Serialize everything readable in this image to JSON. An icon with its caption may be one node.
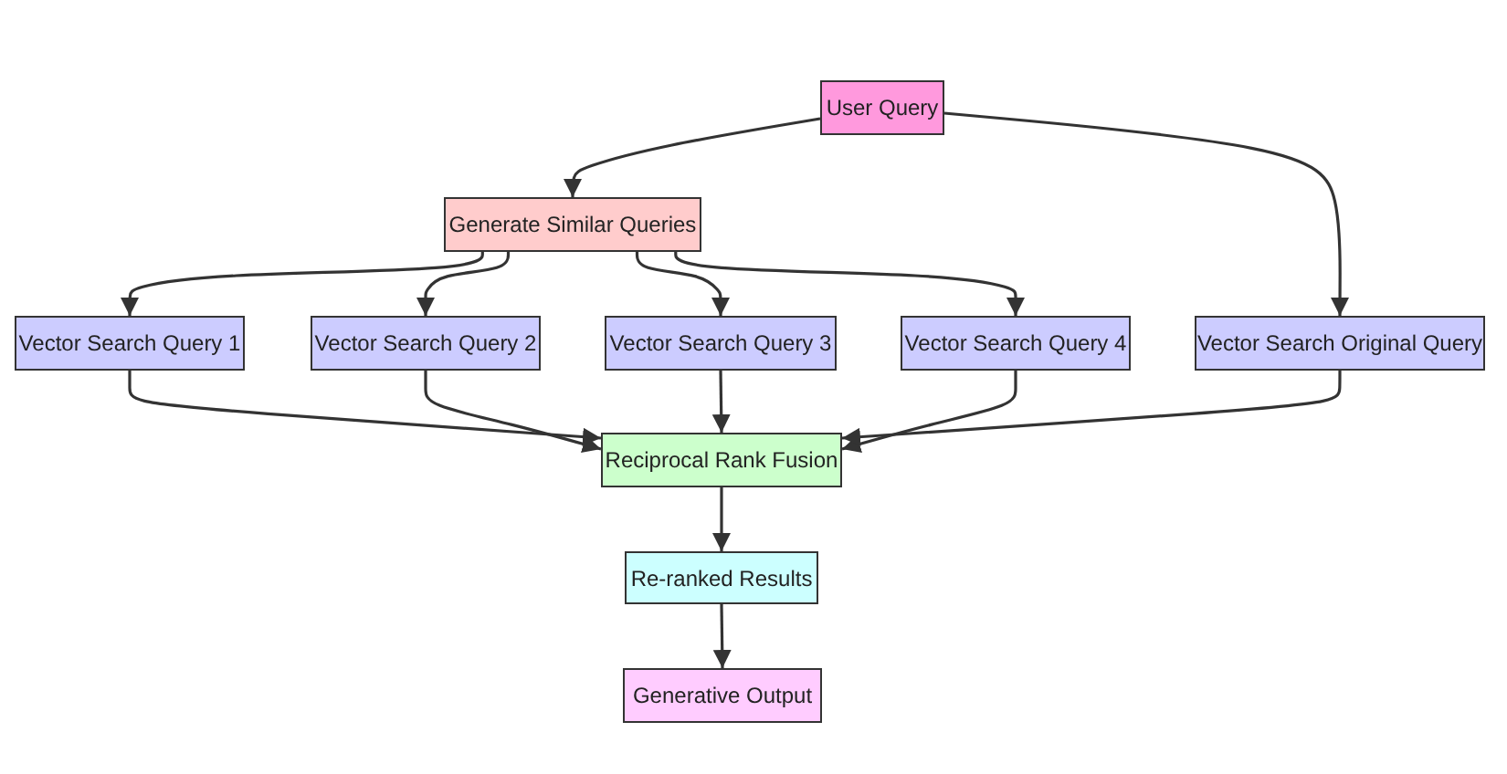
{
  "diagram": {
    "nodes": [
      {
        "text": [
          "User Query"
        ]
      },
      {
        "text": [
          "Generate Similar Queries"
        ]
      },
      {
        "text": [
          "Vector Search Query 1"
        ]
      },
      {
        "text": [
          "Vector Search Query 2"
        ]
      },
      {
        "text": [
          "Vector Search Query 3"
        ]
      },
      {
        "text": [
          "Vector Search Query 4"
        ]
      },
      {
        "text": [
          "Vector Search Original Query"
        ]
      },
      {
        "text": [
          "Reciprocal Rank Fusion"
        ]
      },
      {
        "text": [
          "Re-ranked Results"
        ]
      },
      {
        "text": [
          "Generative Output"
        ]
      }
    ],
    "edges": [
      {
        "from": 0,
        "to": 1,
        "arrow": "to"
      },
      {
        "from": 0,
        "to": 6,
        "arrow": "to"
      },
      {
        "from": 1,
        "to": 2,
        "arrow": "to"
      },
      {
        "from": 1,
        "to": 3,
        "arrow": "to"
      },
      {
        "from": 1,
        "to": 4,
        "arrow": "to"
      },
      {
        "from": 1,
        "to": 5,
        "arrow": "to"
      },
      {
        "from": 2,
        "to": 7,
        "arrow": "to"
      },
      {
        "from": 3,
        "to": 7,
        "arrow": "to"
      },
      {
        "from": 4,
        "to": 7,
        "arrow": "to"
      },
      {
        "from": 5,
        "to": 7,
        "arrow": "to"
      },
      {
        "from": 6,
        "to": 7,
        "arrow": "to"
      },
      {
        "from": 7,
        "to": 8,
        "arrow": "to"
      },
      {
        "from": 8,
        "to": 9,
        "arrow": "to"
      }
    ]
  }
}
